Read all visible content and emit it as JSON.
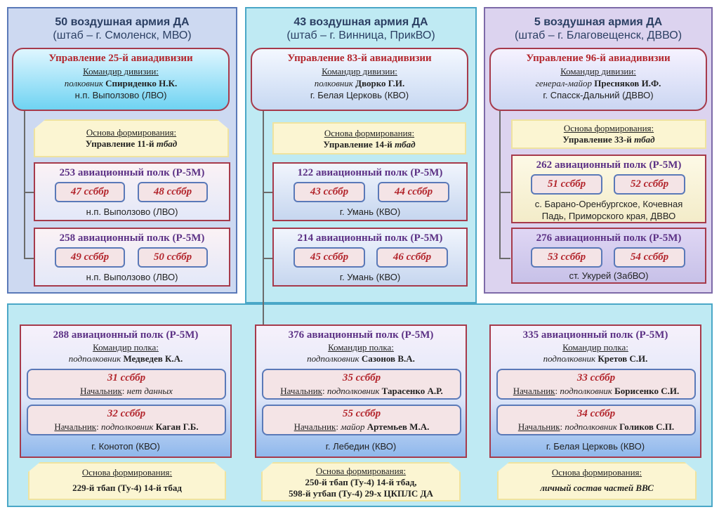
{
  "armies": [
    {
      "title": "50 воздушная армия  ДА",
      "hq": "(штаб – г. Смоленск, МВО)"
    },
    {
      "title": "43 воздушная армия ДА",
      "hq": "(штаб – г. Винница, ПрикВО)"
    },
    {
      "title": "5 воздушная армия ДА",
      "hq": "(штаб – г. Благовещенск, ДВВО)"
    }
  ],
  "divisions": [
    {
      "title": "Управление 25-й авиадивизии",
      "commander_label": "Командир дивизии:",
      "rank": "полковник",
      "name": "Спириденко Н.К.",
      "location": "н.п. Выползово (ЛВО)",
      "base_label": "Основа формирования:",
      "base_prefix": "Управление 11-й",
      "base_suffix": "тбад"
    },
    {
      "title": "Управление 83-й авиадивизии",
      "commander_label": "Командир дивизии:",
      "rank": "полковник",
      "name": "Дворко Г.И.",
      "location": "г. Белая Церковь (КВО)",
      "base_label": "Основа формирования:",
      "base_prefix": "Управление 14-й",
      "base_suffix": "тбад"
    },
    {
      "title": "Управление 96-й авиадивизии",
      "commander_label": "Командир дивизии:",
      "rank": "генерал-майор",
      "name": "Пресняков И.Ф.",
      "location": "г. Спасск-Дальний (ДВВО)",
      "base_label": "Основа формирования:",
      "base_prefix": "Управление 33-й",
      "base_suffix": "тбад"
    }
  ],
  "regiments": [
    {
      "title": "253 авиационный полк (Р-5М)",
      "sq1": "47 ссббр",
      "sq2": "48 ссббр",
      "location": "н.п. Выползово (ЛВО)"
    },
    {
      "title": "258 авиационный полк (Р-5М)",
      "sq1": "49 ссббр",
      "sq2": "50 ссббр",
      "location": "н.п. Выползово (ЛВО)"
    },
    {
      "title": "122 авиационный полк (Р-5М)",
      "sq1": "43 ссббр",
      "sq2": "44 ссббр",
      "location": "г. Умань (КВО)"
    },
    {
      "title": "214 авиационный полк (Р-5М)",
      "sq1": "45 ссббр",
      "sq2": "46 ссббр",
      "location": "г. Умань (КВО)"
    },
    {
      "title": "262 авиационный полк (Р-5М)",
      "sq1": "51 ссббр",
      "sq2": "52 ссббр",
      "location": "с. Барано-Оренбургское, Кочевная Падь, Приморского края, ДВВО"
    },
    {
      "title": "276 авиационный полк (Р-5М)",
      "sq1": "53 ссббр",
      "sq2": "54 ссббр",
      "location": "ст. Укурей (ЗабВО)"
    }
  ],
  "bottom_regiments": [
    {
      "title": "288 авиационный полк (Р-5М)",
      "commander_label": "Командир полка:",
      "rank": "подполковник",
      "name": "Медведев К.А.",
      "squadrons": [
        {
          "name": "31 ссббр",
          "chief_label": "Начальник",
          "chief_rank": "нет данных",
          "chief_name": ""
        },
        {
          "name": "32 ссббр",
          "chief_label": "Начальник",
          "chief_rank": "подполковник",
          "chief_name": "Каган Г.Б."
        }
      ],
      "location": "г. Конотоп (КВО)",
      "base_label": "Основа формирования:",
      "base_lines": [
        "229-й тбап (Ту-4) 14-й тбад"
      ]
    },
    {
      "title": "376 авиационный полк (Р-5М)",
      "commander_label": "Командир полка:",
      "rank": "подполковник",
      "name": "Сазонов В.А.",
      "squadrons": [
        {
          "name": "35 ссббр",
          "chief_label": "Начальник",
          "chief_rank": "подполковник",
          "chief_name": "Тарасенко А.Р."
        },
        {
          "name": "55 ссббр",
          "chief_label": "Начальник",
          "chief_rank": "майор",
          "chief_name": "Артемьев М.А."
        }
      ],
      "location": "г. Лебедин (КВО)",
      "base_label": "Основа формирования:",
      "base_lines": [
        "250-й тбап (Ту-4) 14-й тбад,",
        "598-й утбап (Ту-4) 29-х ЦКПЛС ДА"
      ]
    },
    {
      "title": "335 авиационный полк (Р-5М)",
      "commander_label": "Командир полка:",
      "rank": "подполковник",
      "name": "Кретов С.И.",
      "squadrons": [
        {
          "name": "33 ссббр",
          "chief_label": "Начальник",
          "chief_rank": "подполковник",
          "chief_name": "Борисенко С.И."
        },
        {
          "name": "34 ссббр",
          "chief_label": "Начальник",
          "chief_rank": "подполковник",
          "chief_name": "Голиков С.П."
        }
      ],
      "location": "г. Белая Церковь (КВО)",
      "base_label": "Основа формирования:",
      "base_lines": [
        "личный состав частей ВВС"
      ]
    }
  ],
  "colors": {
    "accent_red": "#b3262d",
    "regiment_violet": "#5c3185",
    "panel_blue": "#cdd9f1",
    "panel_cyan": "#bfeaf3",
    "panel_violet": "#dcd3ef"
  }
}
